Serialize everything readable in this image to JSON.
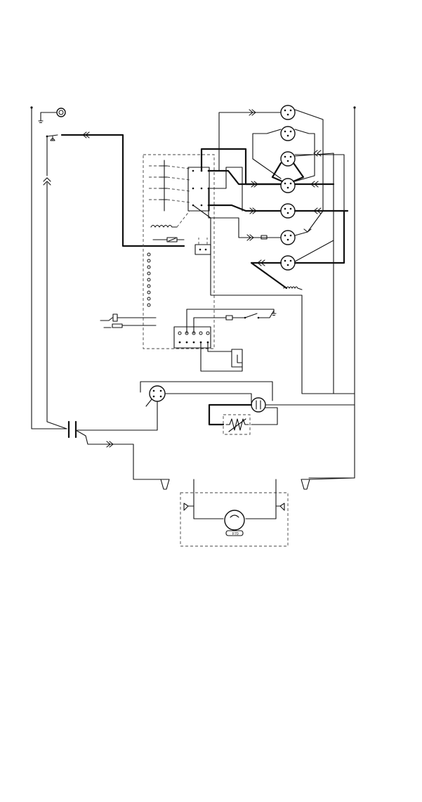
{
  "diagram": {
    "type": "electrical wiring schematic",
    "labels": {
      "meter_mark": "F70"
    },
    "colors": {
      "line": "#111111",
      "dashed_enclosure": "#444444",
      "background": "#ffffff"
    },
    "components": [
      "ground-icon",
      "thermostat-icon",
      "relay-contacts",
      "relay-coil",
      "terminal-block",
      "fuse",
      "switch",
      "connector-plug",
      "heater-element",
      "fan-motor",
      "compressor-motor",
      "capacitor"
    ]
  }
}
